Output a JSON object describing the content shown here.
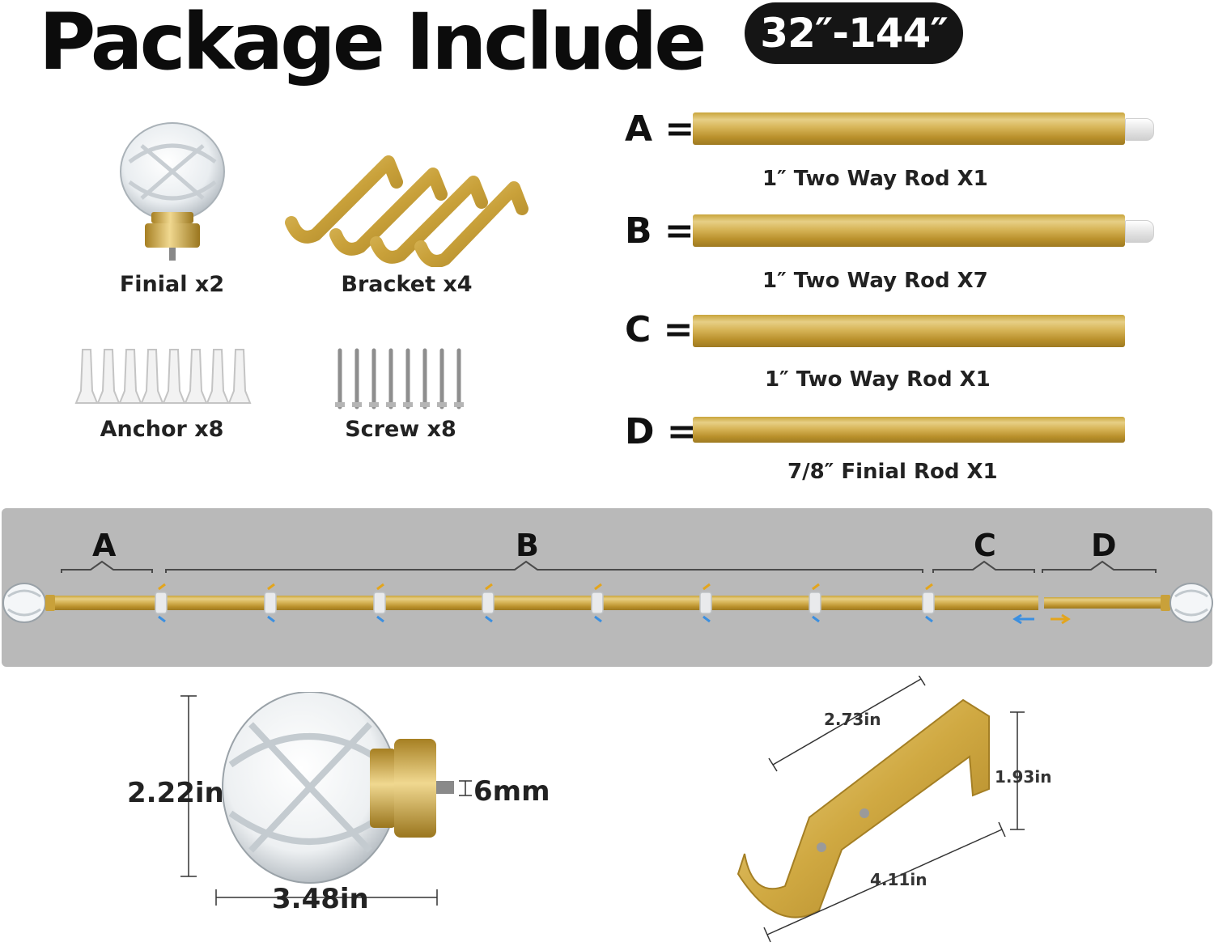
{
  "header": {
    "title": "Package Include",
    "size_range": "32″-144″"
  },
  "parts": [
    {
      "label": "Finial x2"
    },
    {
      "label": "Bracket x4"
    },
    {
      "label": "Anchor x8"
    },
    {
      "label": "Screw x8"
    }
  ],
  "rods": [
    {
      "letter": "A =",
      "desc": "1″ Two Way Rod X1"
    },
    {
      "letter": "B =",
      "desc": "1″ Two Way Rod X7"
    },
    {
      "letter": "C =",
      "desc": "1″ Two Way Rod X1"
    },
    {
      "letter": "D =",
      "desc": "7/8″ Finial Rod X1"
    }
  ],
  "assembly": {
    "segments": [
      "A",
      "B",
      "C",
      "D"
    ]
  },
  "finial_dims": {
    "height": "2.22in",
    "width": "3.48in",
    "screw": "6mm"
  },
  "bracket_dims": {
    "top": "2.73in",
    "height": "1.93in",
    "depth": "4.11in"
  },
  "colors": {
    "gold": "#d2ad4d",
    "panel": "#b9b9b9",
    "badge": "#151515"
  }
}
